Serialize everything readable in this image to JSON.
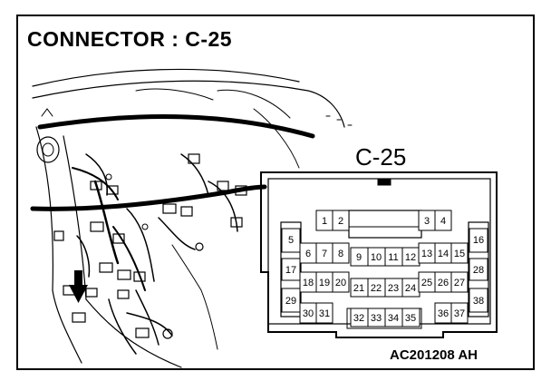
{
  "diagram": {
    "title": "CONNECTOR : C-25",
    "connector_label": "C-25",
    "figure_code": "AC201208 AH",
    "pins": {
      "p1": "1",
      "p2": "2",
      "p3": "3",
      "p4": "4",
      "p5": "5",
      "p6": "6",
      "p7": "7",
      "p8": "8",
      "p9": "9",
      "p10": "10",
      "p11": "11",
      "p12": "12",
      "p13": "13",
      "p14": "14",
      "p15": "15",
      "p16": "16",
      "p17": "17",
      "p18": "18",
      "p19": "19",
      "p20": "20",
      "p21": "21",
      "p22": "22",
      "p23": "23",
      "p24": "24",
      "p25": "25",
      "p26": "26",
      "p27": "27",
      "p28": "28",
      "p29": "29",
      "p30": "30",
      "p31": "31",
      "p32": "32",
      "p33": "33",
      "p34": "34",
      "p35": "35",
      "p36": "36",
      "p37": "37",
      "p38": "38"
    }
  }
}
